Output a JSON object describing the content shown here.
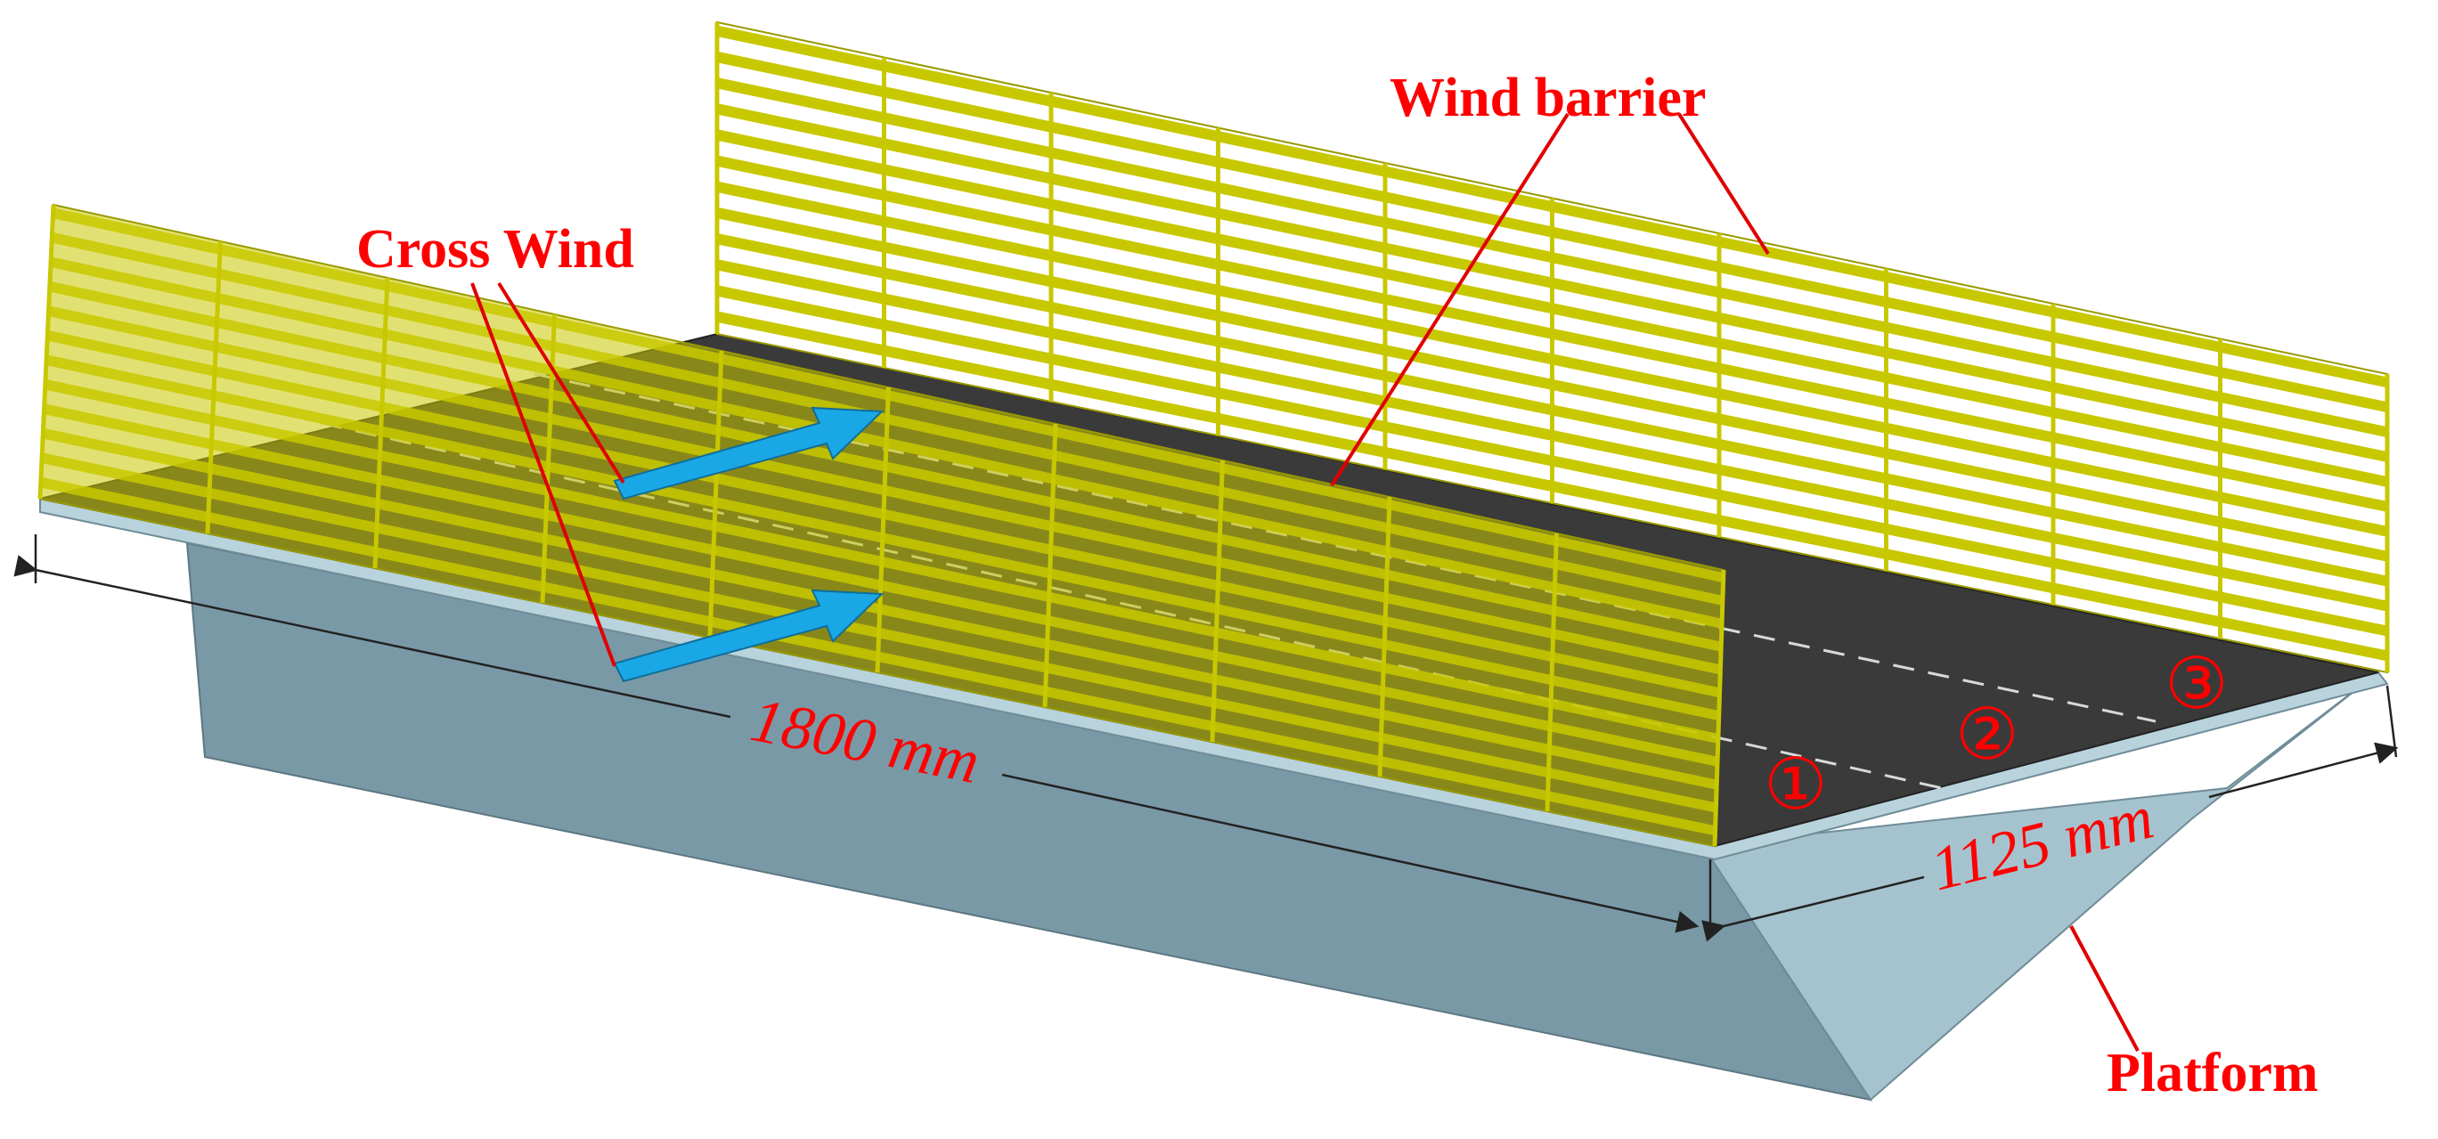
{
  "labels": {
    "wind_barrier": "Wind barrier",
    "cross_wind": "Cross Wind",
    "platform": "Platform",
    "dim_length": "1800 mm",
    "dim_width": "1125 mm",
    "lane_1": "①",
    "lane_2": "②",
    "lane_3": "③"
  },
  "colors": {
    "label_red": "#ff0000",
    "barrier_yellow": "#c8c800",
    "deck_dark": "#3a3a3a",
    "platform_top": "#b9d3dc",
    "platform_side": "#7a99a6",
    "platform_end": "#a5c3cf",
    "wind_arrow": "#1aa7e6"
  },
  "icons": {
    "wind_arrow": "arrow-right-icon"
  }
}
